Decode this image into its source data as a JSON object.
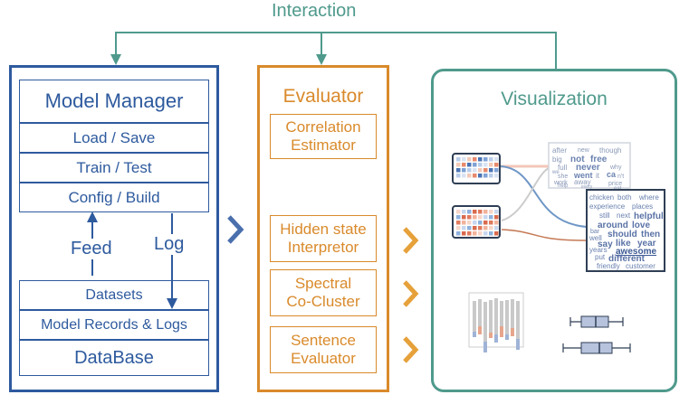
{
  "interaction_label": "Interaction",
  "model_manager": {
    "title": "Model Manager",
    "items": [
      "Load / Save",
      "Train / Test",
      "Config / Build"
    ],
    "feed_label": "Feed",
    "log_label": "Log",
    "db_items": [
      "Datasets",
      "Model Records & Logs",
      "DataBase"
    ]
  },
  "evaluator": {
    "title": "Evaluator",
    "correlation": [
      "Correlation",
      "Estimator"
    ],
    "modules": [
      [
        "Hidden state",
        "Interpretor"
      ],
      [
        "Spectral",
        "Co-Cluster"
      ],
      [
        "Sentence",
        "Evaluator"
      ]
    ]
  },
  "visualization": {
    "title": "Visualization",
    "word_cloud_top": [
      "after",
      "new",
      "though",
      "big",
      "not",
      "free",
      "full",
      "never",
      "why",
      "we",
      "she",
      "went",
      "it",
      "ca",
      "n't",
      "work",
      "away",
      "price",
      "help",
      "every",
      "eat"
    ],
    "word_cloud_bottom": [
      "chicken",
      "both",
      "where",
      "experience",
      "places",
      "still",
      "next",
      "helpful",
      "around",
      "love",
      "bar",
      "should",
      "then",
      "well",
      "say",
      "like",
      "year",
      "years",
      "awesome",
      "put",
      "different",
      "friendly",
      "customer"
    ]
  },
  "colors": {
    "blue": "#2e5a9e",
    "orange": "#d98a2b",
    "teal": "#4f9a8c"
  }
}
